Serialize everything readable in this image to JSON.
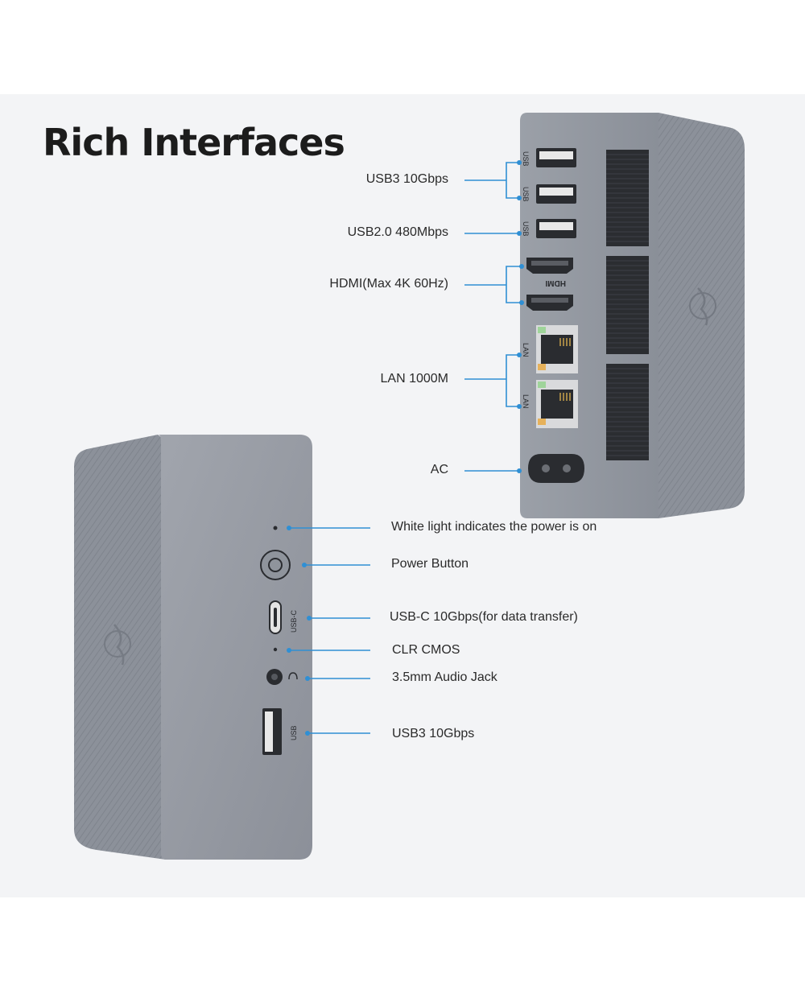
{
  "title": "Rich Interfaces",
  "accent_color": "#2f8fd4",
  "device_color": "#8e939c",
  "back_panel": {
    "port_text": {
      "usb": "USB",
      "hdmi": "HDMI",
      "lan": "LAN"
    },
    "labels": {
      "usb3": "USB3 10Gbps",
      "usb2": "USB2.0 480Mbps",
      "hdmi": "HDMI(Max 4K 60Hz)",
      "lan": "LAN 1000M",
      "ac": "AC"
    }
  },
  "front_panel": {
    "port_text": {
      "usbc": "USB-C",
      "usb": "USB"
    },
    "labels": {
      "power_light": "White light indicates the power is on",
      "power_button": "Power Button",
      "usbc": "USB-C 10Gbps(for data transfer)",
      "clr_cmos": "CLR CMOS",
      "audio": "3.5mm Audio Jack",
      "usb3": "USB3 10Gbps"
    }
  }
}
